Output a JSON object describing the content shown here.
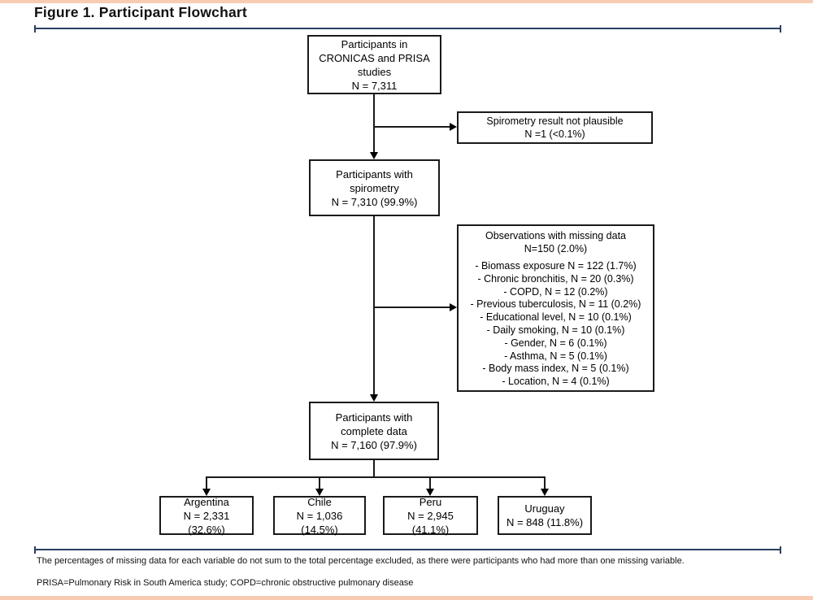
{
  "figure": {
    "title": "Figure 1. Participant Flowchart"
  },
  "flowchart": {
    "boxes": {
      "source": {
        "label": "Participants in CRONICAS and PRISA studies",
        "value": "N = 7,311"
      },
      "excluded_spirometry": {
        "label": "Spirometry result not plausible",
        "value": "N =1 (<0.1%)"
      },
      "with_spirometry": {
        "label": "Participants with spirometry",
        "value": "N = 7,310 (99.9%)"
      },
      "missing_data": {
        "title": "Observations with missing data",
        "subtitle": "N=150 (2.0%)",
        "items": [
          "- Biomass exposure N = 122 (1.7%)",
          "- Chronic bronchitis, N = 20 (0.3%)",
          "- COPD, N = 12 (0.2%)",
          "- Previous tuberculosis, N = 11 (0.2%)",
          "- Educational level, N = 10 (0.1%)",
          "- Daily smoking, N = 10 (0.1%)",
          "- Gender, N = 6 (0.1%)",
          "- Asthma, N = 5 (0.1%)",
          "-  Body mass index, N = 5 (0.1%)",
          "- Location, N = 4 (0.1%)"
        ]
      },
      "complete_data": {
        "label": "Participants with complete data",
        "value": "N = 7,160 (97.9%)"
      },
      "countries": [
        {
          "label": "Argentina",
          "value": "N = 2,331 (32.6%)"
        },
        {
          "label": "Chile",
          "value": "N = 1,036 (14.5%)"
        },
        {
          "label": "Peru",
          "value": "N = 2,945 (41.1%)"
        },
        {
          "label": "Uruguay",
          "value": "N = 848 (11.8%)"
        }
      ]
    }
  },
  "footnotes": {
    "note1": "The percentages of missing data for each variable do not sum to the total percentage excluded, as there were participants who had more than one missing variable.",
    "note2": "PRISA=Pulmonary Risk in South America study; COPD=chronic obstructive pulmonary disease"
  },
  "colors": {
    "accent_band": "#f8ccb2",
    "rule_line": "#2a3f63",
    "box_border": "#1a1a1a"
  }
}
